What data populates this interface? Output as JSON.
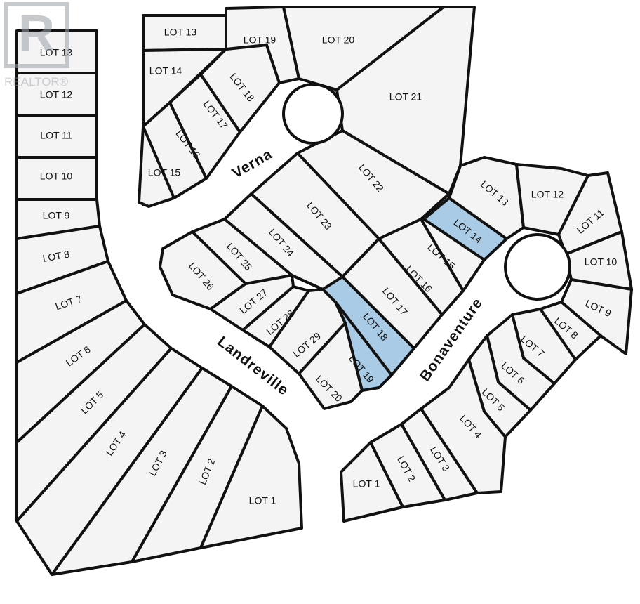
{
  "colors": {
    "lot_fill": "#f4f4f4",
    "highlight_fill": "#a9cbe6",
    "outline": "#111111",
    "road": "#ffffff"
  },
  "watermark": {
    "icon": "realtor-r-logo-icon",
    "text": "REALTOR®"
  },
  "streets": {
    "verna": "Verna",
    "landreville": "Landreville",
    "bonaventure": "Bonaventure"
  },
  "lots": {
    "west": [
      "LOT 13",
      "LOT 12",
      "LOT 11",
      "LOT 10",
      "LOT 9",
      "LOT 8",
      "LOT 7",
      "LOT 6",
      "LOT 5",
      "LOT 4",
      "LOT 3",
      "LOT 2",
      "LOT 1"
    ],
    "verna": [
      "LOT 13",
      "LOT 14",
      "LOT 15",
      "LOT 16",
      "LOT 17",
      "LOT 18",
      "LOT 19",
      "LOT 20",
      "LOT 21"
    ],
    "center": [
      "LOT 22",
      "LOT 23",
      "LOT 24",
      "LOT 25",
      "LOT 26",
      "LOT 27",
      "LOT 28",
      "LOT 29",
      "LOT 20"
    ],
    "bonaventure_inner": [
      "LOT 14",
      "LOT 15",
      "LOT 16",
      "LOT 17",
      "LOT 18",
      "LOT 19"
    ],
    "bonaventure_outer": [
      "LOT 13",
      "LOT 12",
      "LOT 11",
      "LOT 10",
      "LOT 9",
      "LOT 8",
      "LOT 7",
      "LOT 6",
      "LOT 5",
      "LOT 4",
      "LOT 3",
      "LOT 2",
      "LOT 1"
    ]
  },
  "highlighted_lots": [
    "LOT 14",
    "LOT 18",
    "LOT 19"
  ]
}
